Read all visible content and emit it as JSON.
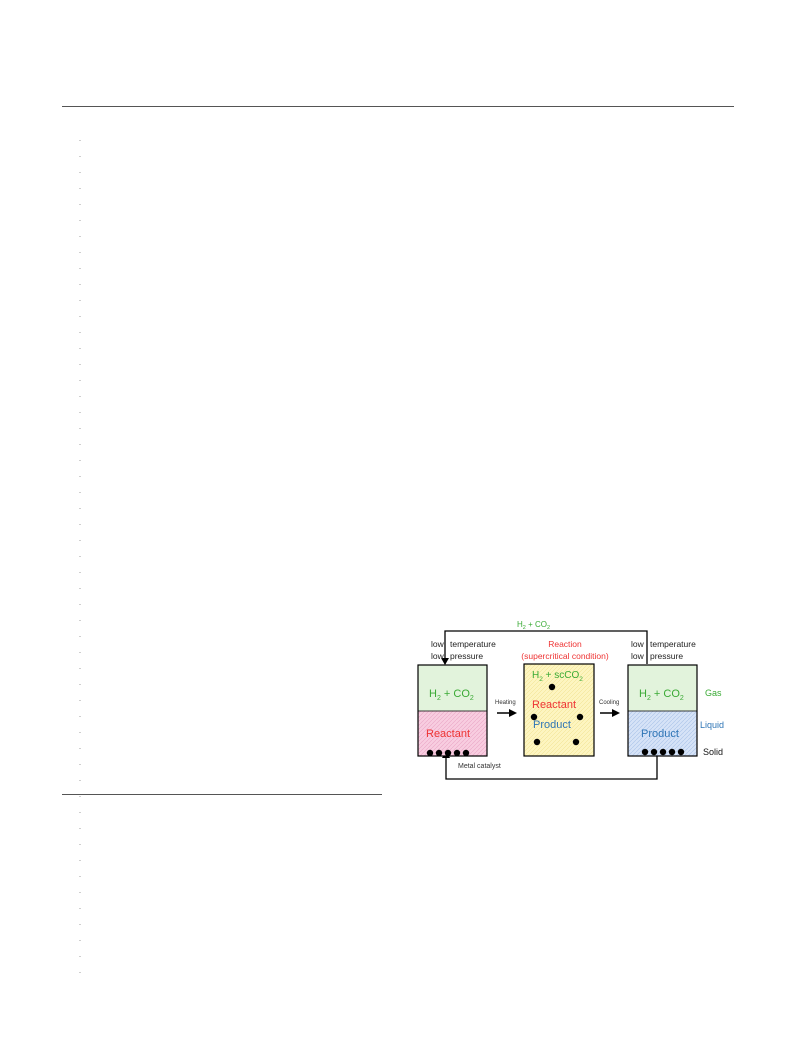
{
  "diagram": {
    "top_loop_label": {
      "main": "H",
      "sub1": "2",
      "mid": " + CO",
      "sub2": "2"
    },
    "left_vessel": {
      "cond_1a": "low",
      "cond_1b": "temperature",
      "cond_2a": "low",
      "cond_2b": "pressure",
      "gas": {
        "main": "H",
        "sub1": "2",
        "mid": " + CO",
        "sub2": "2"
      },
      "liquid": "Reactant"
    },
    "heating_label": "Heating",
    "middle_vessel": {
      "title": "Reaction",
      "subtitle": "(supercritical condition)",
      "gas": {
        "main": "H",
        "sub1": "2",
        "mid": " + scCO",
        "sub2": "2"
      },
      "reactant": "Reactant",
      "product": "Product"
    },
    "cooling_label": "Cooling",
    "right_vessel": {
      "cond_1a": "low",
      "cond_1b": "temperature",
      "cond_2a": "low",
      "cond_2b": "pressure",
      "gas": {
        "main": "H",
        "sub1": "2",
        "mid": " + CO",
        "sub2": "2"
      },
      "liquid": "Product"
    },
    "phase_gas": "Gas",
    "phase_liquid": "Liquid",
    "phase_solid": "Solid",
    "catalyst_label": "Metal catalyst",
    "colors": {
      "gas_fill": "#e2f3dc",
      "reactant_fill": "#f8cde0",
      "reaction_fill": "#fdf5c0",
      "product_fill": "#d6e3f7",
      "green_text": "#3aaa35",
      "red_text": "#ee3333",
      "blue_text": "#2e75b6"
    }
  }
}
